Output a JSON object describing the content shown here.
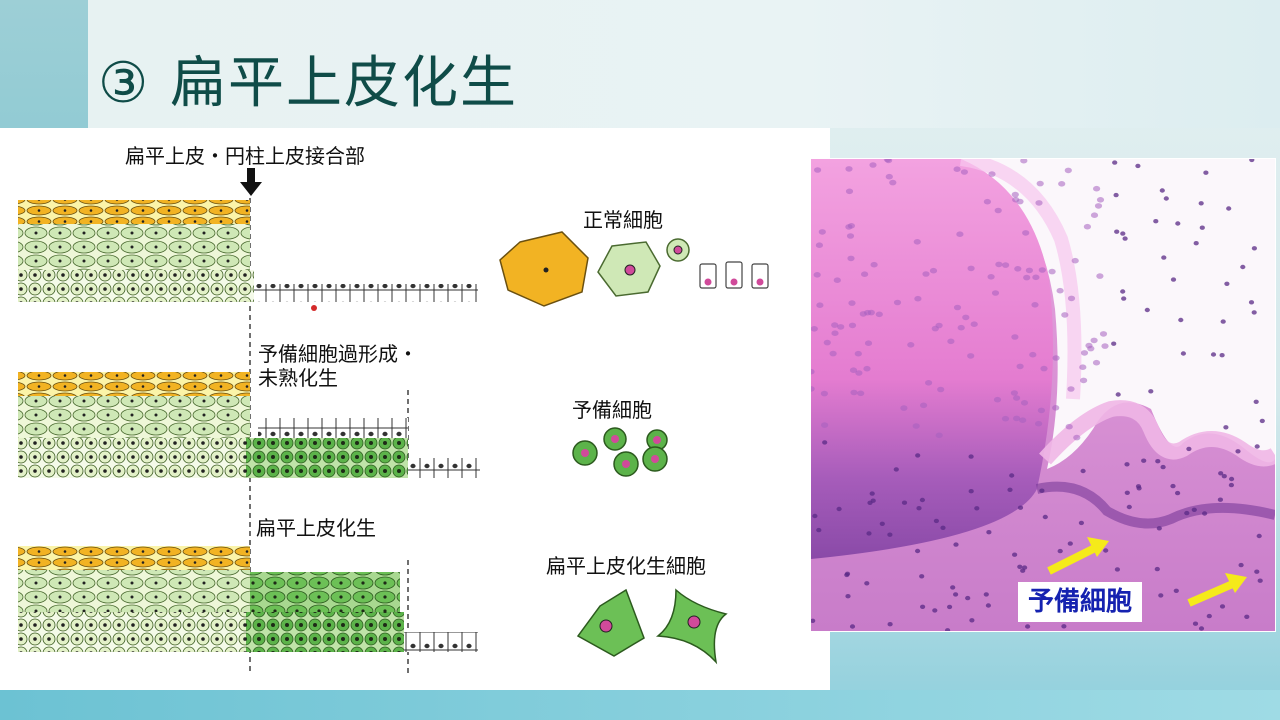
{
  "slide": {
    "title": "③ 扁平上皮化生"
  },
  "diagram": {
    "junction_label": "扁平上皮・円柱上皮接合部",
    "row2_label_line1": "予備細胞過形成・",
    "row2_label_line2": "未熟化生",
    "row3_label": "扁平上皮化生",
    "normal_cells_label": "正常細胞",
    "reserve_cells_label": "予備細胞",
    "metaplastic_cells_label": "扁平上皮化生細胞"
  },
  "micrograph": {
    "annotation_label": "予備細胞"
  },
  "colors": {
    "title": "#0f4c48",
    "squamous_top": "#f2b323",
    "immature_green": "#5cb34a",
    "pale_green": "#cfe8b6",
    "nucleus": "#d04a9a",
    "he_pink": "#e97fd0",
    "he_purple": "#7a3a9a",
    "arrow_yellow": "#f5ea1a",
    "annotation_text": "#1522b0"
  }
}
